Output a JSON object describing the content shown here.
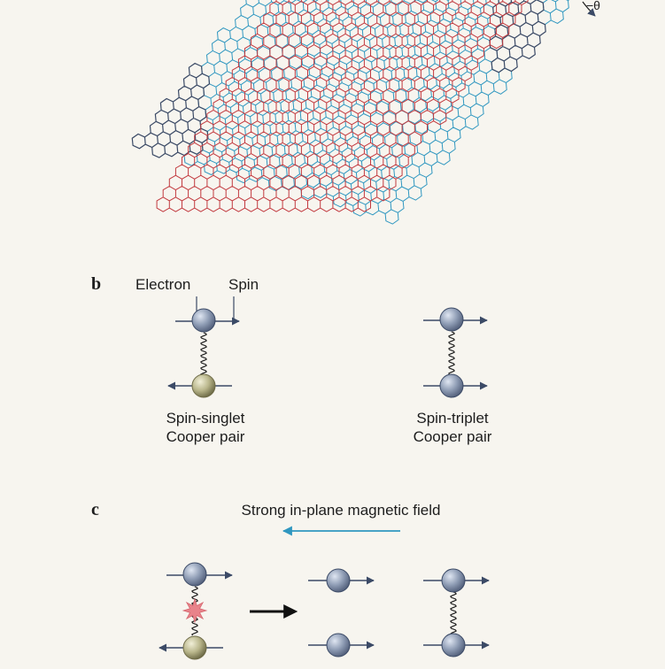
{
  "colors": {
    "background": "#f7f5ef",
    "lattice_top": "#c23a3f",
    "lattice_bottom": "#2f97c0",
    "lattice_dark": "#3b4a66",
    "electron": "#8f9db5",
    "electron_alt": "#b9b68b",
    "arrow": "#3b4a66",
    "field_arrow": "#2f97c0",
    "break_mark": "#e8838a",
    "text": "#1d1d1d"
  },
  "panel_a": {
    "angle_label": "−θ"
  },
  "panel_b": {
    "letter": "b",
    "electron_label": "Electron",
    "spin_label": "Spin",
    "singlet_caption_line1": "Spin-singlet",
    "singlet_caption_line2": "Cooper pair",
    "triplet_caption_line1": "Spin-triplet",
    "triplet_caption_line2": "Cooper pair"
  },
  "panel_c": {
    "letter": "c",
    "field_label": "Strong in-plane magnetic field"
  }
}
